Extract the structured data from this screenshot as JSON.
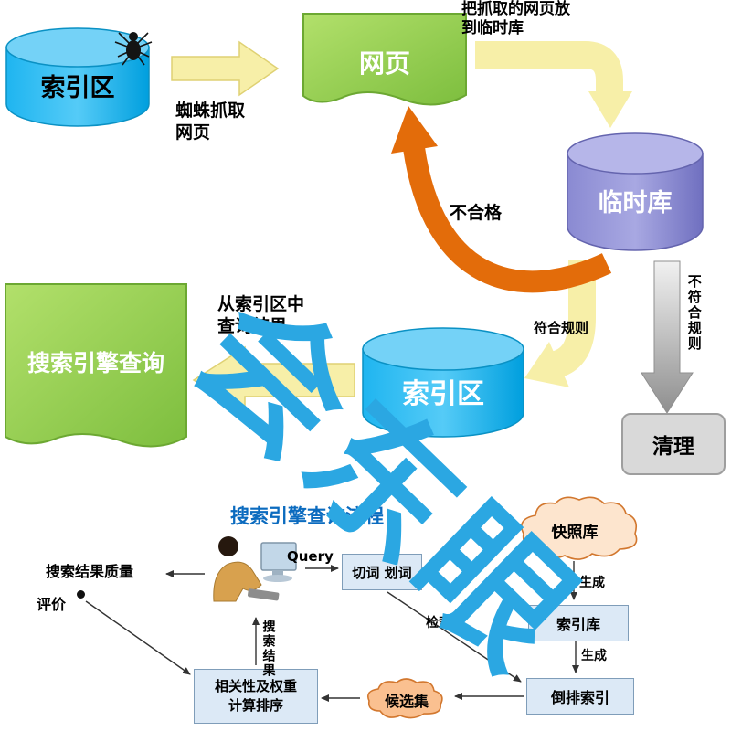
{
  "watermark": {
    "text": "会东眼",
    "color": "#2BA7E2"
  },
  "colors": {
    "cylinder_blue": "#00AEEF",
    "cylinder_purple": "#8585CF",
    "page_green": "#8FCE4E",
    "arrow_yellow": "#F7EFA8",
    "arrow_orange": "#E36C0A",
    "arrow_gray": "#BFBFBF",
    "box_blue": "#DCE9F6",
    "cloud_orange": "#FDE5CE",
    "candidate_peach": "#FAC090",
    "title_blue": "#0B6BBF"
  },
  "crawl": {
    "source_db": "索引区",
    "crawl_note_line1": "蜘蛛抓取",
    "crawl_note_line2": "网页",
    "webpage": "网页",
    "store_note_line1": "把抓取的网页放",
    "store_note_line2": "到临时库",
    "temp_db": "临时库",
    "reject_note": "不合格",
    "pass_note": "符合规则",
    "fail_note": "不符合规则",
    "cleanup": "清理",
    "index_db": "索引区",
    "query_note_line1": "从索引区中",
    "query_note_line2": "查询结果",
    "search_query": "搜索引擎查询"
  },
  "query_flow": {
    "title": "搜索引擎查询流程",
    "query_label": "Query",
    "segmentation": "切词 划词",
    "snapshot": "快照库",
    "index_store": "索引库",
    "inverted_index": "倒排索引",
    "candidates": "候选集",
    "ranking_line1": "相关性及权重",
    "ranking_line2": "计算排序",
    "quality_line1": "搜索结果质量",
    "quality_line2": "评价",
    "result_label": "搜索结果",
    "generate_label": "生成",
    "build_label": "生成",
    "retrieve_label": "检索"
  }
}
